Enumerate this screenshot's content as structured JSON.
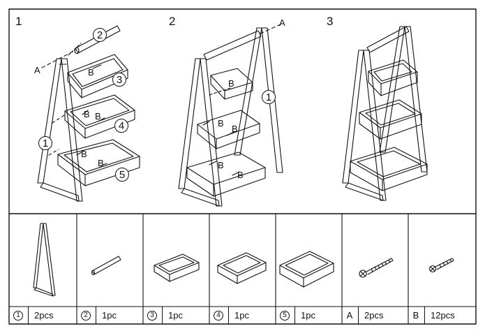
{
  "steps": [
    "1",
    "2",
    "3"
  ],
  "callouts": {
    "frame": "1",
    "rod": "2",
    "small_tray": "3",
    "medium_tray": "4",
    "large_tray": "5",
    "screw_long": "A",
    "screw_short": "B"
  },
  "parts": [
    {
      "num": "1",
      "qty": "2pcs",
      "icon": "a-frame-side"
    },
    {
      "num": "2",
      "qty": "1pc",
      "icon": "rod"
    },
    {
      "num": "3",
      "qty": "1pc",
      "icon": "small-tray"
    },
    {
      "num": "4",
      "qty": "1pc",
      "icon": "medium-tray"
    },
    {
      "num": "5",
      "qty": "1pc",
      "icon": "large-tray"
    },
    {
      "letter": "A",
      "qty": "2pcs",
      "icon": "long-screw"
    },
    {
      "letter": "B",
      "qty": "12pcs",
      "icon": "short-screw"
    }
  ]
}
